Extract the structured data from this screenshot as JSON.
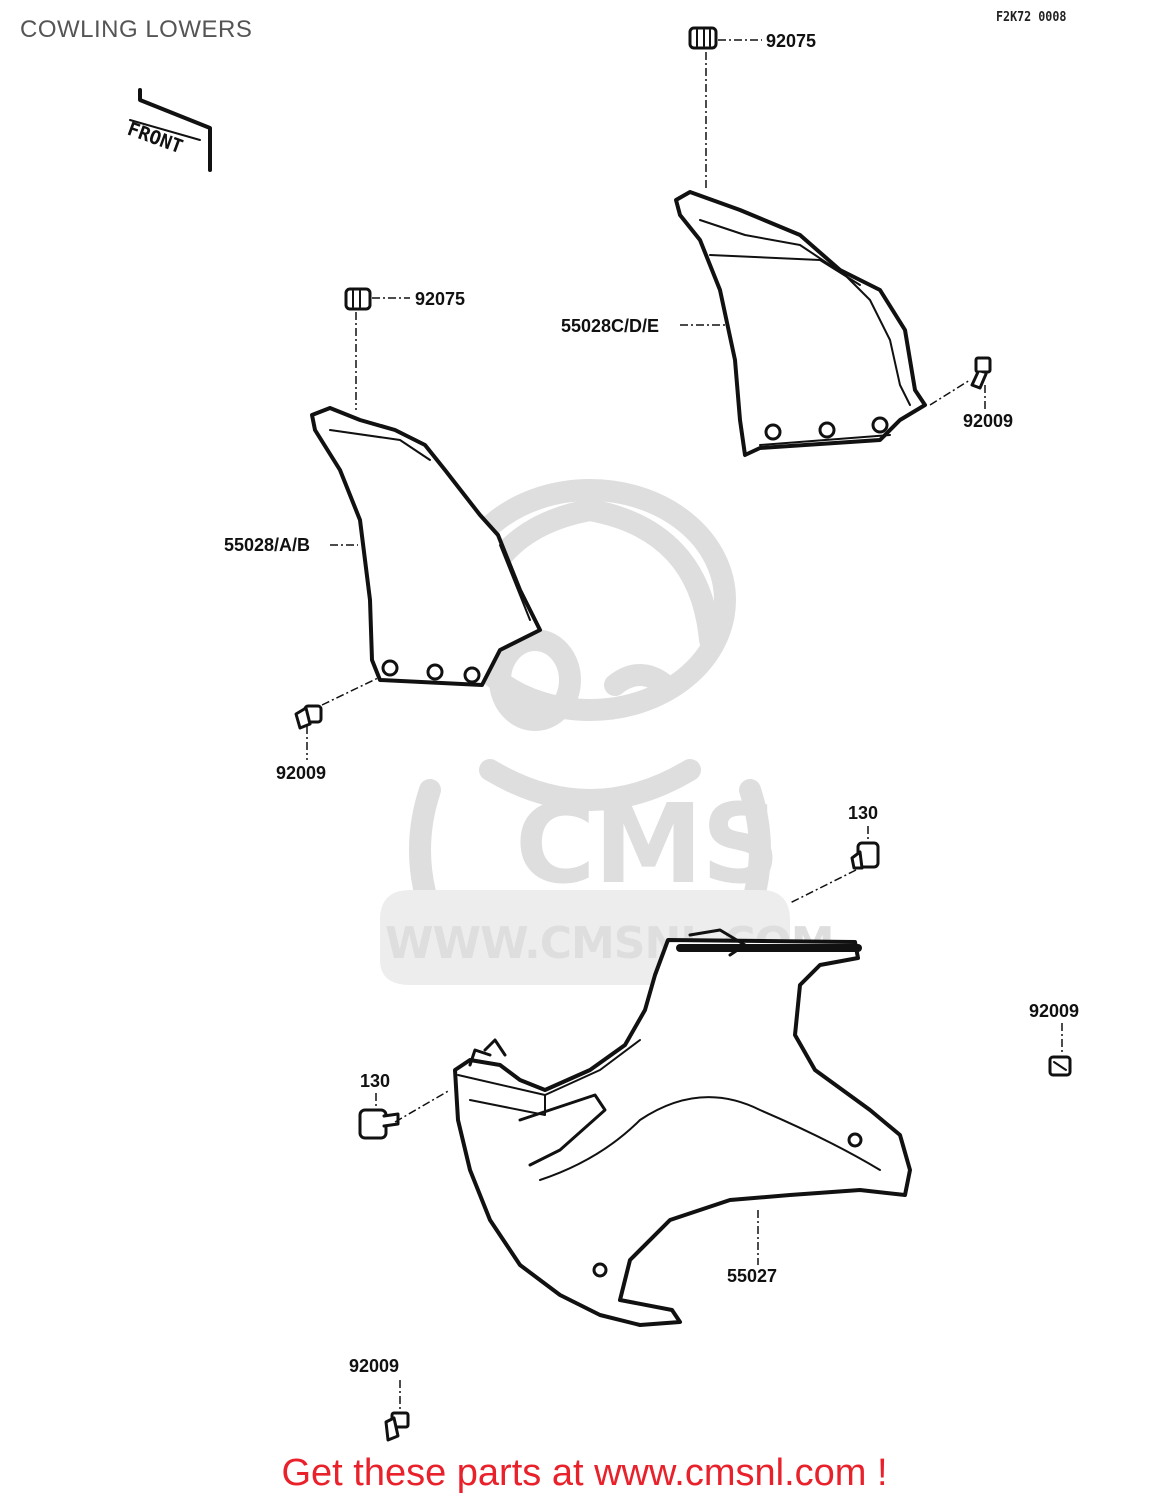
{
  "title": "COWLING LOWERS",
  "figure_code": "F2K72 0008",
  "orientation_tag": "FRONT",
  "watermark": {
    "brand": "CMS",
    "url": "WWW.CMSNL.COM"
  },
  "parts": {
    "clip_upper_right": "92075",
    "cowl_right": "55028C/D/E",
    "bolt_right": "92009",
    "clip_upper_left": "92075",
    "cowl_left": "55028/A/B",
    "bolt_left": "92009",
    "nut_130_upper": "130",
    "bolt_far_right": "92009",
    "nut_130_lower": "130",
    "lower_cowl": "55027",
    "bolt_bottom": "92009"
  },
  "cta": "Get these parts at www.cmsnl.com !",
  "colors": {
    "cta": "#e8212b",
    "watermark": "#dedede",
    "line": "#111111"
  }
}
